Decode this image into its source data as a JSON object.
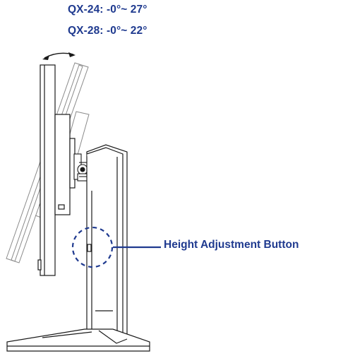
{
  "specs": {
    "line1": "QX-24: -0°~ 27°",
    "line2": "QX-28: -0°~ 22°"
  },
  "callout": {
    "label": "Height Adjustment Button"
  },
  "colors": {
    "accent": "#1f3a8f",
    "line": "#1a1a1a",
    "ghost": "#8a8a8a"
  }
}
